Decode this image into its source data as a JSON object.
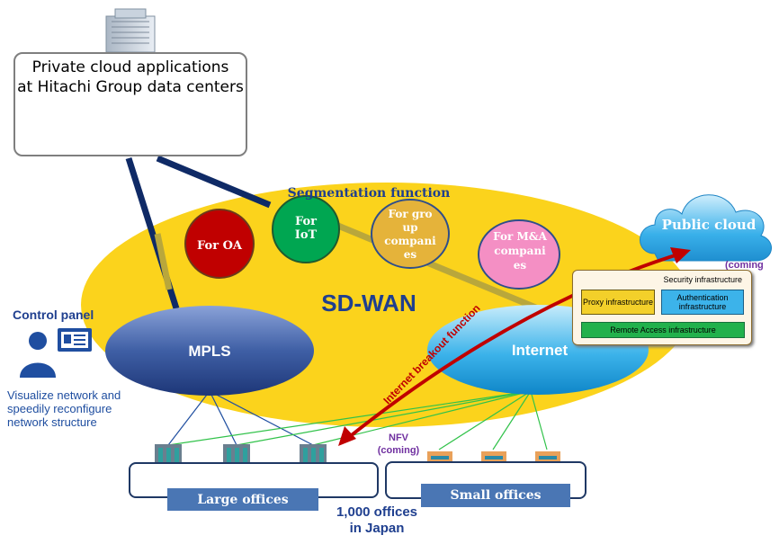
{
  "datacenter": {
    "title_line1": "Private cloud applications",
    "title_line2": "at Hitachi Group data centers"
  },
  "segmentation": {
    "title": "Segmentation function",
    "segments": [
      {
        "label_line1": "For OA",
        "label_line2": "",
        "color": "#c00000"
      },
      {
        "label_line1": "For",
        "label_line2": "IoT",
        "color": "#00a651"
      },
      {
        "label_line1": "For group",
        "label_line2": "companies",
        "color": "#e5b33a"
      },
      {
        "label_line1": "For M&A",
        "label_line2": "companies",
        "color": "#f48fc4"
      }
    ]
  },
  "sdwan": {
    "label": "SD-WAN",
    "color": "#fbd31c"
  },
  "mpls": {
    "label": "MPLS"
  },
  "internet": {
    "label": "Internet"
  },
  "public_cloud": {
    "label": "Public cloud",
    "coming": "(coming"
  },
  "security": {
    "title": "Security infrastructure",
    "proxy": "Proxy infrastructure",
    "auth": "Authentication infrastructure",
    "remote": "Remote Access infrastructure"
  },
  "breakout": {
    "label": "Internet breakout function"
  },
  "nfv": {
    "line1": "NFV",
    "line2": "(coming)"
  },
  "control_panel": {
    "title": "Control panel",
    "desc_line1": "Visualize network and",
    "desc_line2": "speedily reconfigure",
    "desc_line3": "network structure"
  },
  "offices": {
    "large": "Large offices",
    "small": "Small offices",
    "total_line1": "1,000 offices",
    "total_line2": "in Japan"
  }
}
